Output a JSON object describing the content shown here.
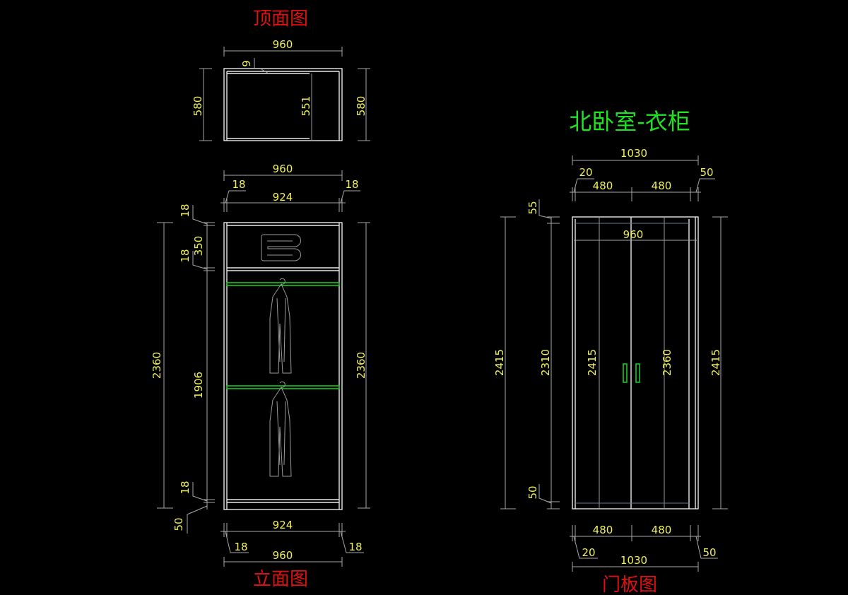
{
  "titles": {
    "top_view": "顶面图",
    "elevation": "立面图",
    "door_view": "门板图",
    "drawing": "北卧室-衣柜"
  },
  "top_view_dims": {
    "width": "960",
    "panel": "9",
    "depth_left": "580",
    "inner_depth": "551",
    "depth_right": "580"
  },
  "elevation_dims": {
    "overall_width_top": "960",
    "left_side_top": "18",
    "right_side_top": "18",
    "inner_width_top": "924",
    "height_left": "2360",
    "top_panel": "18",
    "top_compartment": "350",
    "shelf": "18",
    "hanging": "1906",
    "bottom_panel": "18",
    "plinth": "50",
    "height_right": "2360",
    "inner_width_bottom": "924",
    "left_side_bottom": "18",
    "right_side_bottom": "18",
    "overall_width_bottom": "960"
  },
  "door_dims": {
    "overall_top": "1030",
    "left_gap_top": "20",
    "right_gap_top": "50",
    "door_left_top": "480",
    "door_right_top": "480",
    "top_gap": "55",
    "inner_width": "960",
    "height_outer_left": "2415",
    "height_inner_left": "2310",
    "height_door_left": "2415",
    "height_door_right": "2360",
    "height_outer_right": "2415",
    "bottom_gap": "50",
    "door_left_bottom": "480",
    "door_right_bottom": "480",
    "left_gap_bottom": "20",
    "right_gap_bottom": "50",
    "overall_bottom": "1030"
  },
  "colors": {
    "background": "#000000",
    "dimension_text": "#f0f060",
    "title_red": "#e01010",
    "title_green": "#22e022",
    "rod_green": "#19c819"
  }
}
